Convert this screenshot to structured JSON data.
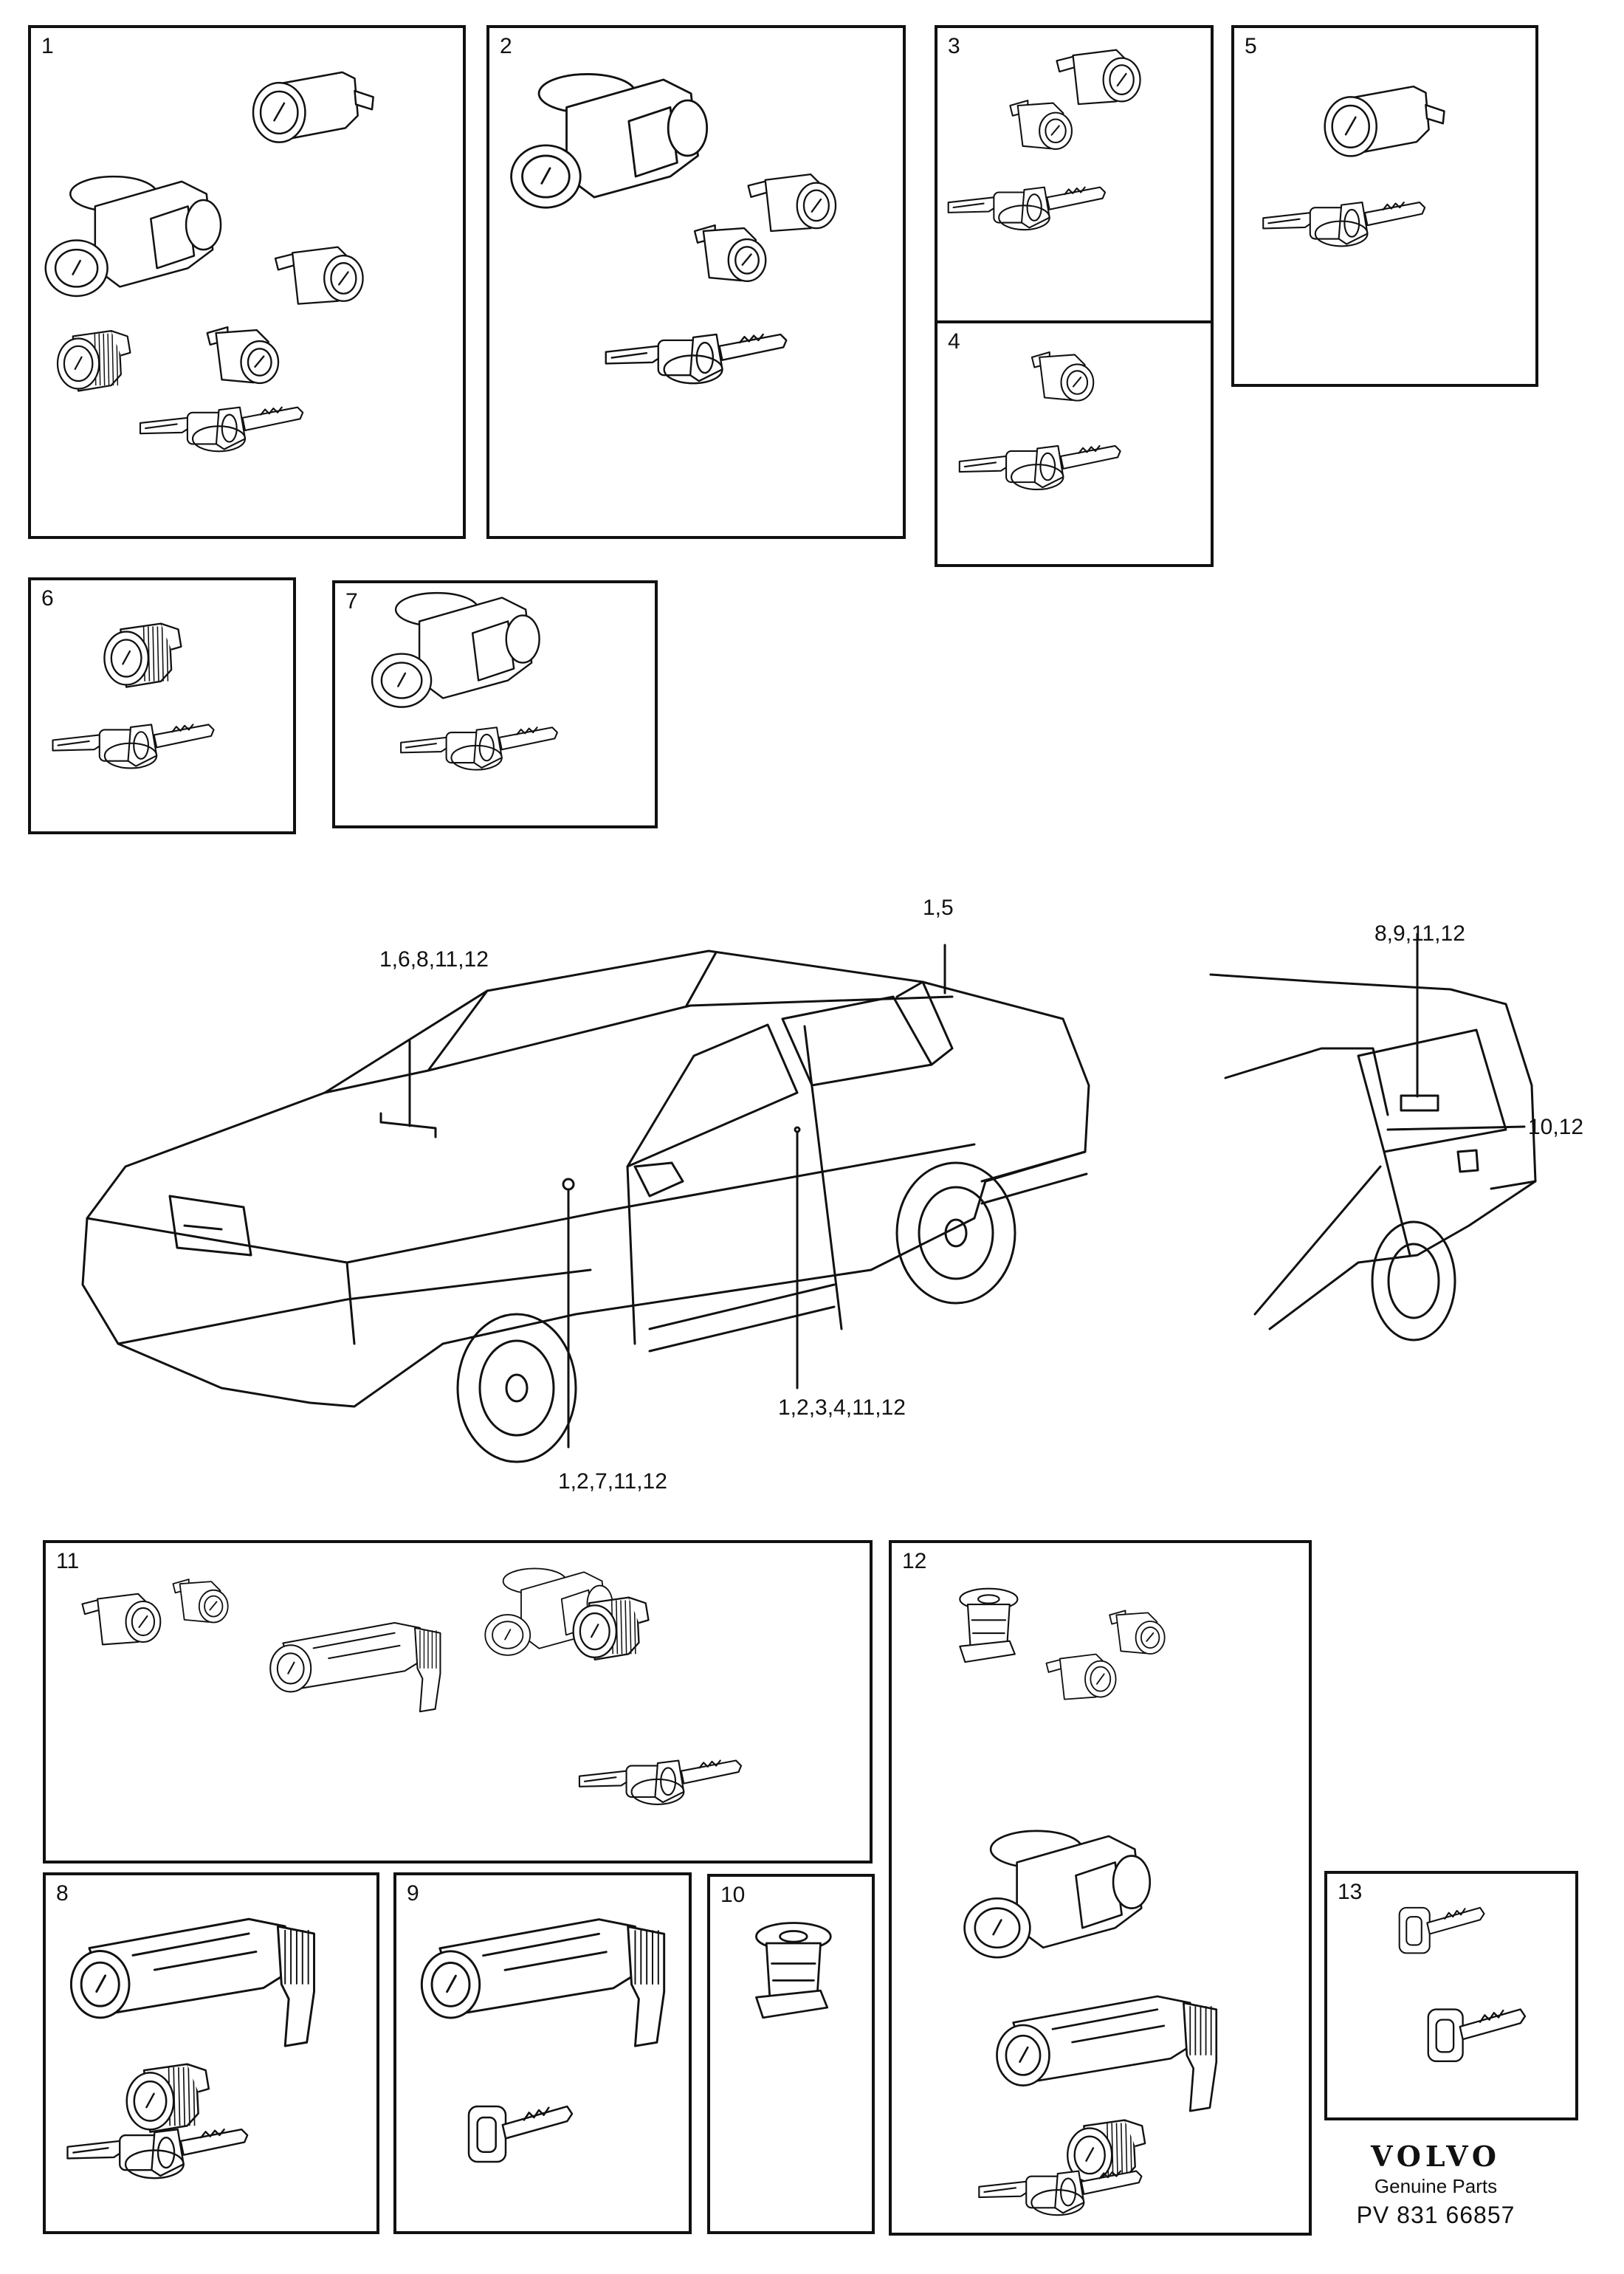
{
  "boxes": [
    {
      "id": "1",
      "label": "1",
      "parts": [
        "cylinder",
        "ignition",
        "knob",
        "door-lock",
        "small-lock",
        "keys"
      ]
    },
    {
      "id": "2",
      "label": "2",
      "parts": [
        "ignition",
        "door-lock",
        "small-lock",
        "keys"
      ]
    },
    {
      "id": "3",
      "label": "3",
      "parts": [
        "door-lock",
        "small-lock",
        "keys"
      ]
    },
    {
      "id": "4",
      "label": "4",
      "parts": [
        "small-lock",
        "keys"
      ]
    },
    {
      "id": "5",
      "label": "5",
      "parts": [
        "cylinder",
        "keys"
      ]
    },
    {
      "id": "6",
      "label": "6",
      "parts": [
        "knob",
        "keys"
      ]
    },
    {
      "id": "7",
      "label": "7",
      "parts": [
        "ignition",
        "keys"
      ]
    },
    {
      "id": "11",
      "label": "11",
      "parts": [
        "door-lock",
        "small-lock",
        "ignition",
        "long-lock",
        "knob",
        "keys"
      ]
    },
    {
      "id": "12",
      "label": "12",
      "parts": [
        "clip-lock",
        "small-lock",
        "door-lock",
        "ignition",
        "long-lock",
        "knob",
        "keys"
      ]
    },
    {
      "id": "8",
      "label": "8",
      "parts": [
        "long-lock",
        "knob",
        "keys"
      ]
    },
    {
      "id": "9",
      "label": "9",
      "parts": [
        "long-lock",
        "single-key"
      ]
    },
    {
      "id": "10",
      "label": "10",
      "parts": [
        "clip-lock"
      ]
    },
    {
      "id": "13",
      "label": "13",
      "parts": [
        "single-key",
        "single-key"
      ]
    }
  ],
  "callouts": {
    "hood": "1,6,8,11,12",
    "trunk": "1,5",
    "door_front": "1,2,7,11,12",
    "door_rear": "1,2,3,4,11,12",
    "wagon_tailgate": "8,9,11,12",
    "wagon_side": "10,12"
  },
  "logo": {
    "brand": "VOLVO",
    "subtitle": "Genuine Parts",
    "part_number": "PV 831 66857"
  },
  "icons": [
    "lock-cylinder-icon",
    "ignition-switch-icon",
    "key-icon",
    "car-sedan-icon",
    "car-wagon-icon"
  ]
}
